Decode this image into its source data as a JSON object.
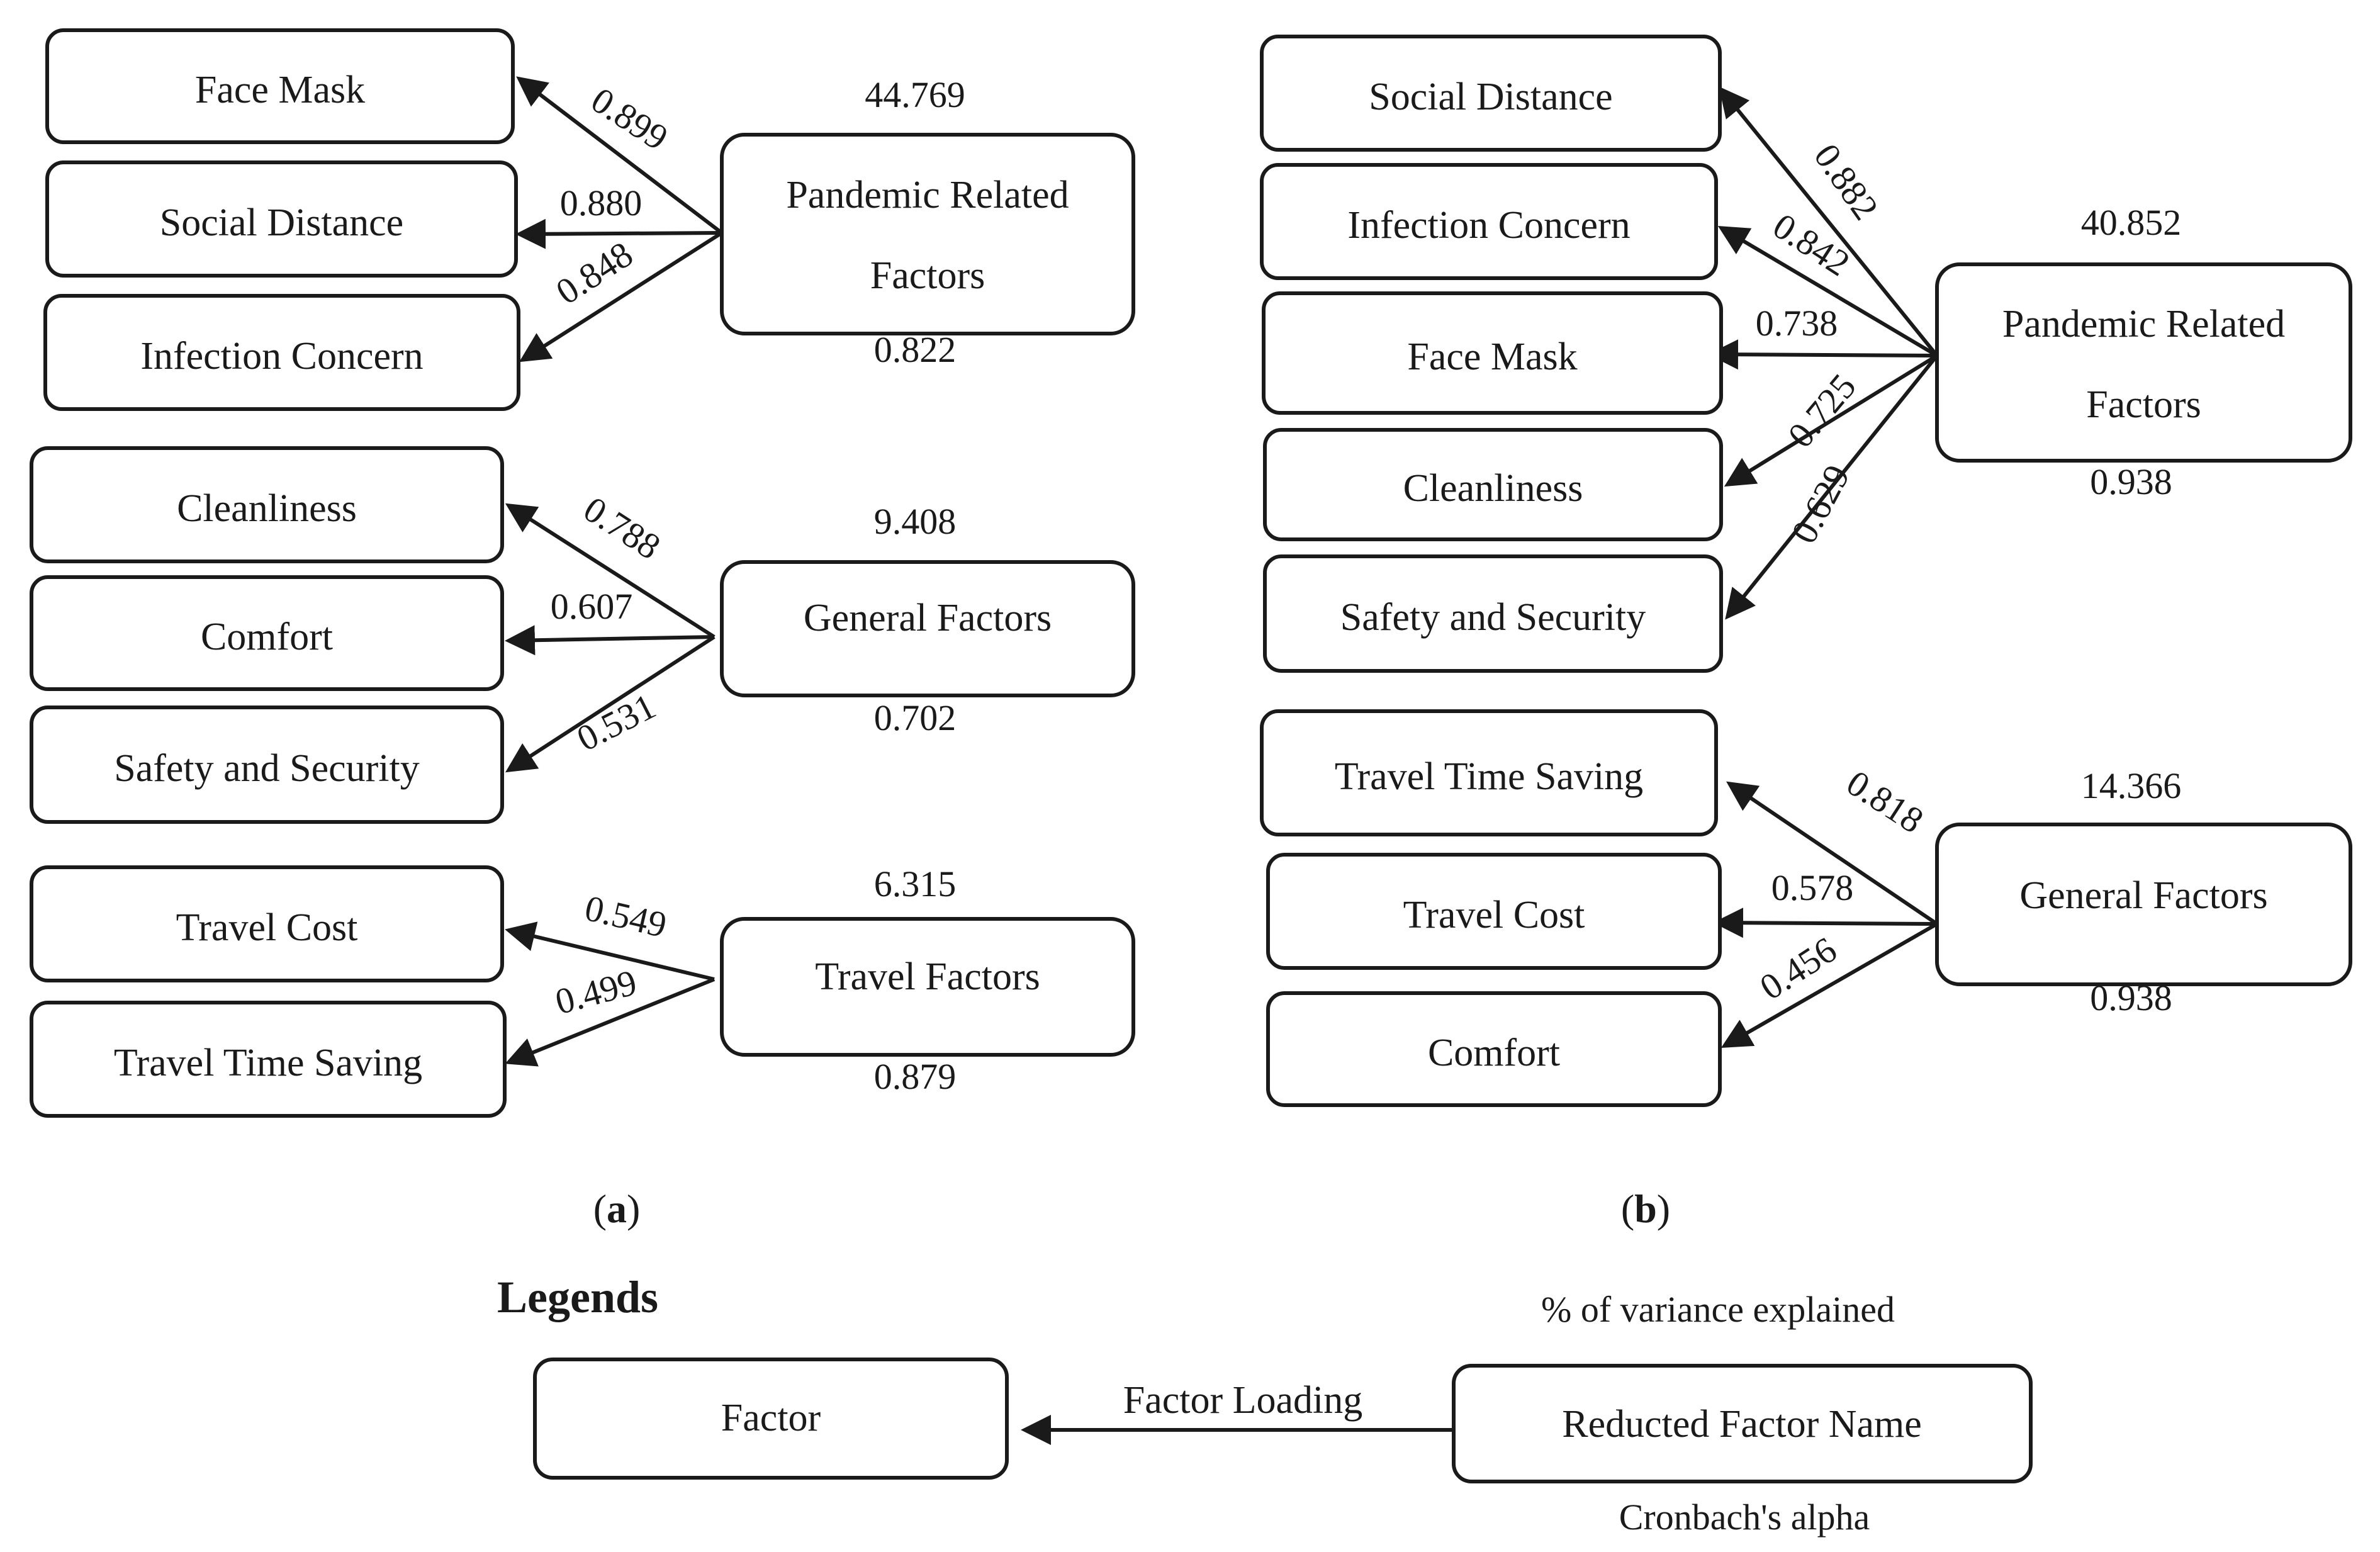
{
  "panel_a": {
    "caption_letter": "a",
    "groups": [
      {
        "name": "Pandemic Related Factors",
        "name_lines": [
          "Pandemic Related",
          "Factors"
        ],
        "variance": "44.769",
        "alpha": "0.822",
        "items": [
          {
            "label": "Face Mask",
            "loading": "0.899"
          },
          {
            "label": "Social Distance",
            "loading": "0.880"
          },
          {
            "label": "Infection Concern",
            "loading": "0.848"
          }
        ]
      },
      {
        "name": "General Factors",
        "name_lines": [
          "General Factors"
        ],
        "variance": "9.408",
        "alpha": "0.702",
        "items": [
          {
            "label": "Cleanliness",
            "loading": "0.788"
          },
          {
            "label": "Comfort",
            "loading": "0.607"
          },
          {
            "label": "Safety and Security",
            "loading": "0.531"
          }
        ]
      },
      {
        "name": "Travel Factors",
        "name_lines": [
          "Travel Factors"
        ],
        "variance": "6.315",
        "alpha": "0.879",
        "items": [
          {
            "label": "Travel Cost",
            "loading": "0.549"
          },
          {
            "label": "Travel Time Saving",
            "loading": "0.499"
          }
        ]
      }
    ]
  },
  "panel_b": {
    "caption_letter": "b",
    "groups": [
      {
        "name": "Pandemic Related Factors",
        "name_lines": [
          "Pandemic Related",
          "Factors"
        ],
        "variance": "40.852",
        "alpha": "0.938",
        "items": [
          {
            "label": "Social Distance",
            "loading": "0.882"
          },
          {
            "label": "Infection Concern",
            "loading": "0.842"
          },
          {
            "label": "Face Mask",
            "loading": "0.738"
          },
          {
            "label": "Cleanliness",
            "loading": "0.725"
          },
          {
            "label": "Safety and Security",
            "loading": "0.629"
          }
        ]
      },
      {
        "name": "General Factors",
        "name_lines": [
          "General Factors"
        ],
        "variance": "14.366",
        "alpha": "0.938",
        "items": [
          {
            "label": "Travel Time Saving",
            "loading": "0.818"
          },
          {
            "label": "Travel Cost",
            "loading": "0.578"
          },
          {
            "label": "Comfort",
            "loading": "0.456"
          }
        ]
      }
    ]
  },
  "legend": {
    "title": "Legends",
    "factor_label": "Factor",
    "loading_label": "Factor Loading",
    "reduced_label": "Reducted Factor Name",
    "variance_label": "% of variance explained",
    "alpha_label": "Cronbach's alpha"
  },
  "colors": {
    "stroke": "#1a1a1a",
    "background": "#ffffff"
  }
}
